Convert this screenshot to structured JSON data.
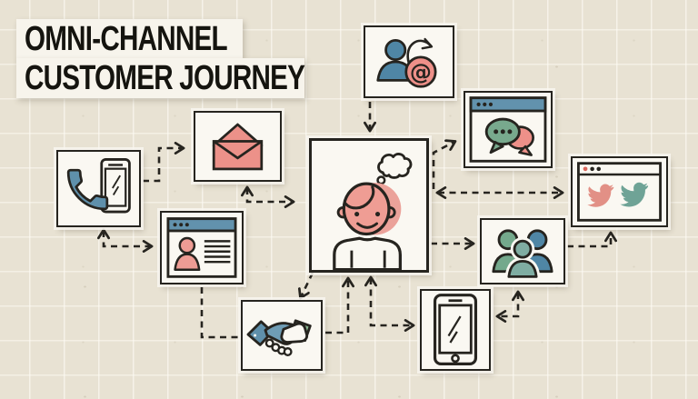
{
  "title": {
    "line1": "OMNI-CHANNEL",
    "line2": "CUSTOMER JOURNEY"
  },
  "icons": {
    "at_symbol": "@"
  },
  "palette": {
    "background": "#e8e2d3",
    "grid_line": "#f7f3e6",
    "ink": "#26241f",
    "card": "#faf8f2",
    "red_pink": "#ec9189",
    "slate_blue": "#5f90ab",
    "titlebar_blue": "#6292ad",
    "green": "#78a98d",
    "teal": "#7fada2",
    "sleeve_green": "#8cba93",
    "titlebar_dot_red": "#d9655b"
  },
  "nodes": [
    {
      "id": "customer",
      "icon": "customer-thinking-icon",
      "description": "customer with thought bubble (center)"
    },
    {
      "id": "phone-call",
      "icon": "phone-call-icon",
      "description": "handset and smartphone"
    },
    {
      "id": "email",
      "icon": "envelope-icon",
      "description": "open envelope"
    },
    {
      "id": "website-profile",
      "icon": "profile-browser-icon",
      "description": "browser window with user profile"
    },
    {
      "id": "email-signup",
      "icon": "user-at-sign-icon",
      "description": "person with arrow to @ sign"
    },
    {
      "id": "live-chat",
      "icon": "chat-browser-icon",
      "description": "browser window with speech bubbles"
    },
    {
      "id": "social-media",
      "icon": "twitter-browser-icon",
      "description": "browser window with two twitter birds"
    },
    {
      "id": "community",
      "icon": "people-group-icon",
      "description": "group of three people"
    },
    {
      "id": "deal",
      "icon": "handshake-icon",
      "description": "handshake"
    },
    {
      "id": "mobile-app",
      "icon": "smartphone-icon",
      "description": "smartphone"
    }
  ],
  "connections": [
    {
      "from": "email-signup",
      "to": "customer",
      "style": "arrow"
    },
    {
      "from": "phone-call",
      "to": "email",
      "style": "arrow"
    },
    {
      "from": "email",
      "to": "customer",
      "style": "double-arrow"
    },
    {
      "from": "phone-call",
      "to": "website-profile",
      "style": "double-arrow"
    },
    {
      "from": "website-profile",
      "to": "deal",
      "style": "line"
    },
    {
      "from": "customer",
      "to": "deal",
      "style": "arrow"
    },
    {
      "from": "deal",
      "to": "customer",
      "style": "arrow"
    },
    {
      "from": "customer",
      "to": "mobile-app",
      "style": "double-arrow"
    },
    {
      "from": "mobile-app",
      "to": "community",
      "style": "double-arrow"
    },
    {
      "from": "customer",
      "to": "community",
      "style": "arrow"
    },
    {
      "from": "customer",
      "to": "social-media",
      "style": "double-arrow"
    },
    {
      "from": "customer",
      "to": "live-chat",
      "style": "arrow"
    },
    {
      "from": "community",
      "to": "social-media",
      "style": "arrow"
    }
  ]
}
